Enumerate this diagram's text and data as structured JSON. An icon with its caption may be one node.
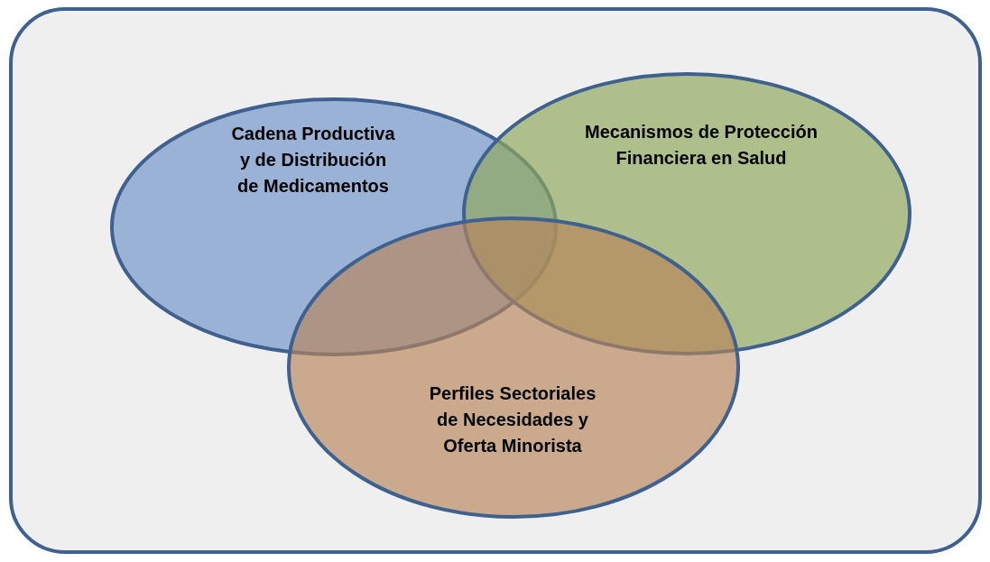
{
  "diagram": {
    "nodes": [
      {
        "text": [
          "Cadena Productiva y de Distribución de Medicamentos"
        ]
      },
      {
        "text": [
          "Mecanismos de Protección Financiera en Salud"
        ]
      },
      {
        "text": [
          "Perfiles Sectoriales de Necesidades y Oferta Minorista"
        ]
      }
    ]
  }
}
